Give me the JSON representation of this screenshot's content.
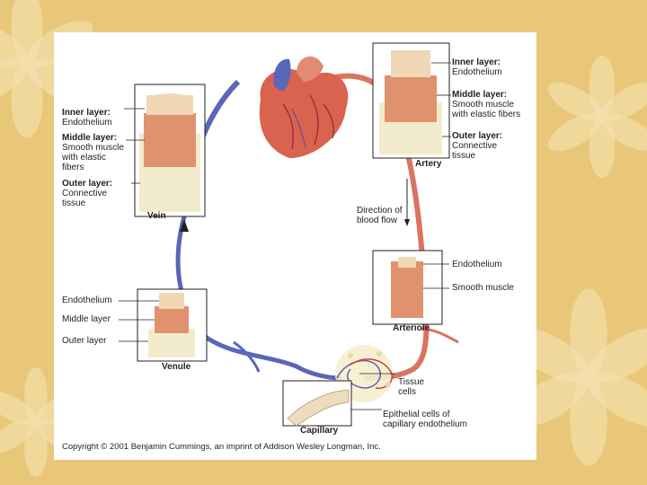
{
  "background_color": "#e9c779",
  "colors": {
    "vein": "#5a66b8",
    "artery": "#d9755f",
    "capillary_red": "#c8433a",
    "capillary_blue": "#6a5bb0"
  },
  "vein_box": {
    "title": "Vein",
    "inner": {
      "name": "Inner layer:",
      "desc": "Endothelium"
    },
    "middle": {
      "name": "Middle layer:",
      "desc": "Smooth muscle\nwith elastic\nfibers"
    },
    "outer": {
      "name": "Outer layer:",
      "desc": "Connective\ntissue"
    }
  },
  "artery_box": {
    "title": "Artery",
    "inner": {
      "name": "Inner layer:",
      "desc": "Endothelium"
    },
    "middle": {
      "name": "Middle layer:",
      "desc": "Smooth muscle\nwith elastic fibers"
    },
    "outer": {
      "name": "Outer layer:",
      "desc": "Connective\ntissue"
    }
  },
  "flow_label": "Direction of\nblood flow",
  "arteriole_box": {
    "title": "Arteriole",
    "endothelium": "Endothelium",
    "smooth_muscle": "Smooth muscle"
  },
  "venule_box": {
    "title": "Venule",
    "endothelium": "Endothelium",
    "middle": "Middle layer",
    "outer": "Outer layer"
  },
  "capillary": {
    "title": "Capillary",
    "tissue_cells": "Tissue\ncells",
    "epithelial": "Epithelial cells of\ncapillary endothelium"
  },
  "copyright": "Copyright © 2001 Benjamin Cummings, an imprint of Addison Wesley Longman, Inc."
}
